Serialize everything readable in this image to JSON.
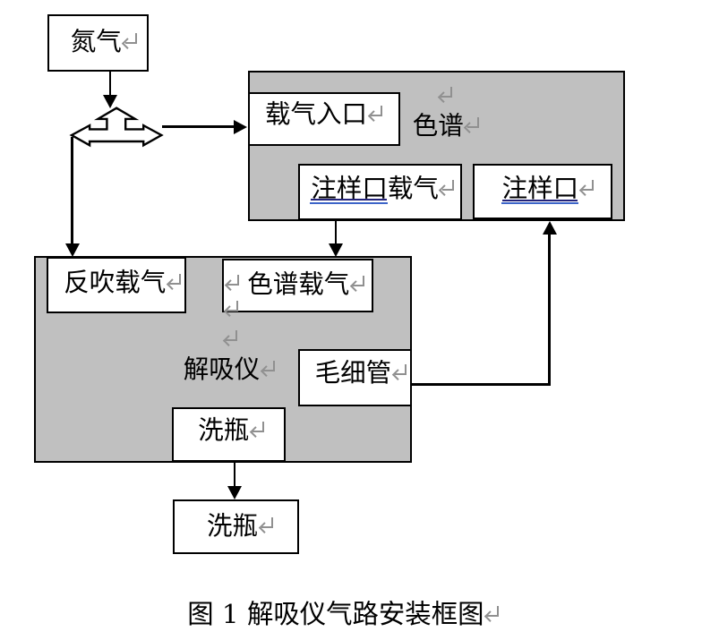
{
  "diagram": {
    "nodes": {
      "nitrogen": {
        "label": "氮气"
      },
      "carrier_gas_inlet": {
        "label": "载气入口"
      },
      "chromatograph": {
        "label": "色谱"
      },
      "injection_port_carrier": {
        "label_underlined": "注样口",
        "label_rest": "载气"
      },
      "injection_port": {
        "label_underlined": "注样口"
      },
      "backflush_carrier": {
        "label": "反吹载气"
      },
      "chromatograph_carrier": {
        "label": "色谱载气"
      },
      "desorber": {
        "label": "解吸仪"
      },
      "capillary": {
        "label": "毛细管"
      },
      "wash_bottle_inner": {
        "label": "洗瓶"
      },
      "wash_bottle_outer": {
        "label": "洗瓶"
      }
    },
    "caption": "图 1 解吸仪气路安装框图",
    "colors": {
      "panel_fill": "#c0c0c0",
      "line": "#000000",
      "paragraph_mark": "#909090",
      "underline_dark": "#23237a",
      "underline_blue": "#3c64c8"
    }
  }
}
